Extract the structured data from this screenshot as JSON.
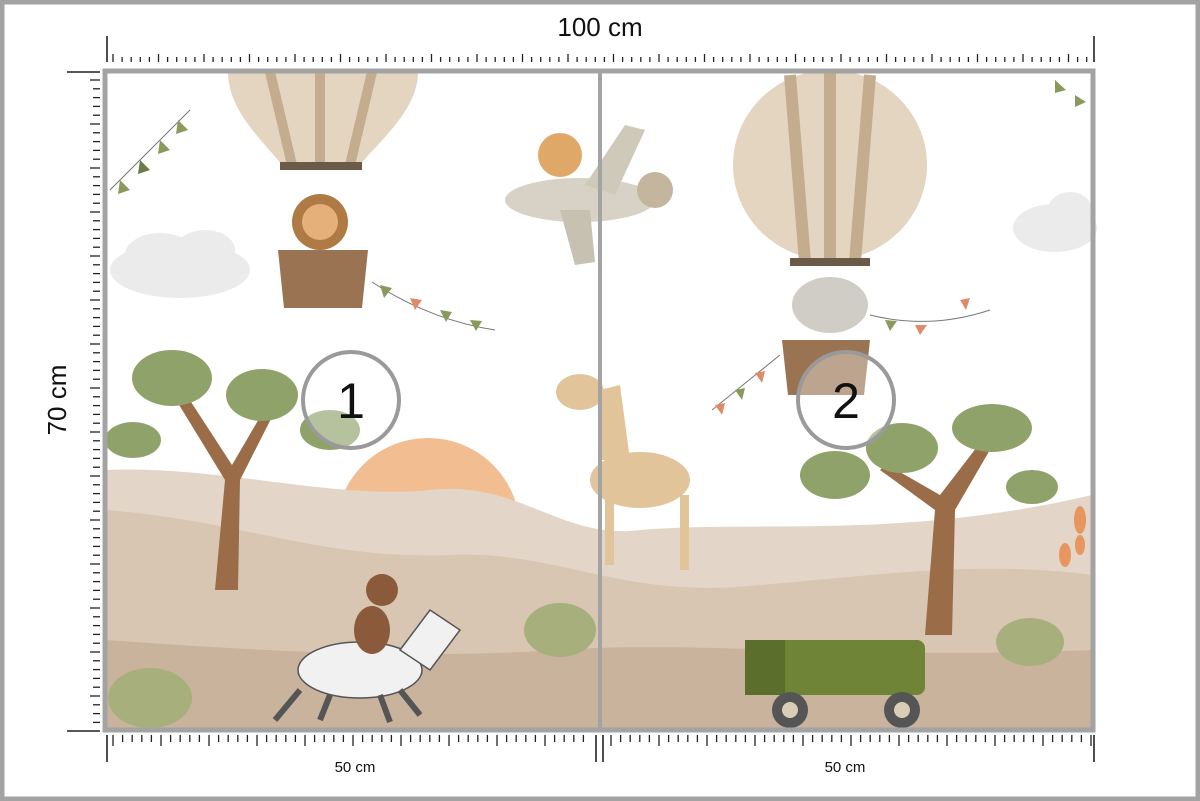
{
  "dimensions": {
    "width_label": "100 cm",
    "height_label": "70 cm",
    "panels": [
      {
        "number": "1",
        "width_label": "50 cm"
      },
      {
        "number": "2",
        "width_label": "50 cm"
      }
    ]
  },
  "colors": {
    "frame": "#a3a3a3",
    "ruler": "#222222",
    "sand": "#cbb8a3",
    "sand_light": "#e3d6c8",
    "sun": "#f0b27e",
    "tree_leaf": "#8fa26a",
    "tree_trunk": "#9a6c47",
    "jeep": "#6f8436"
  }
}
